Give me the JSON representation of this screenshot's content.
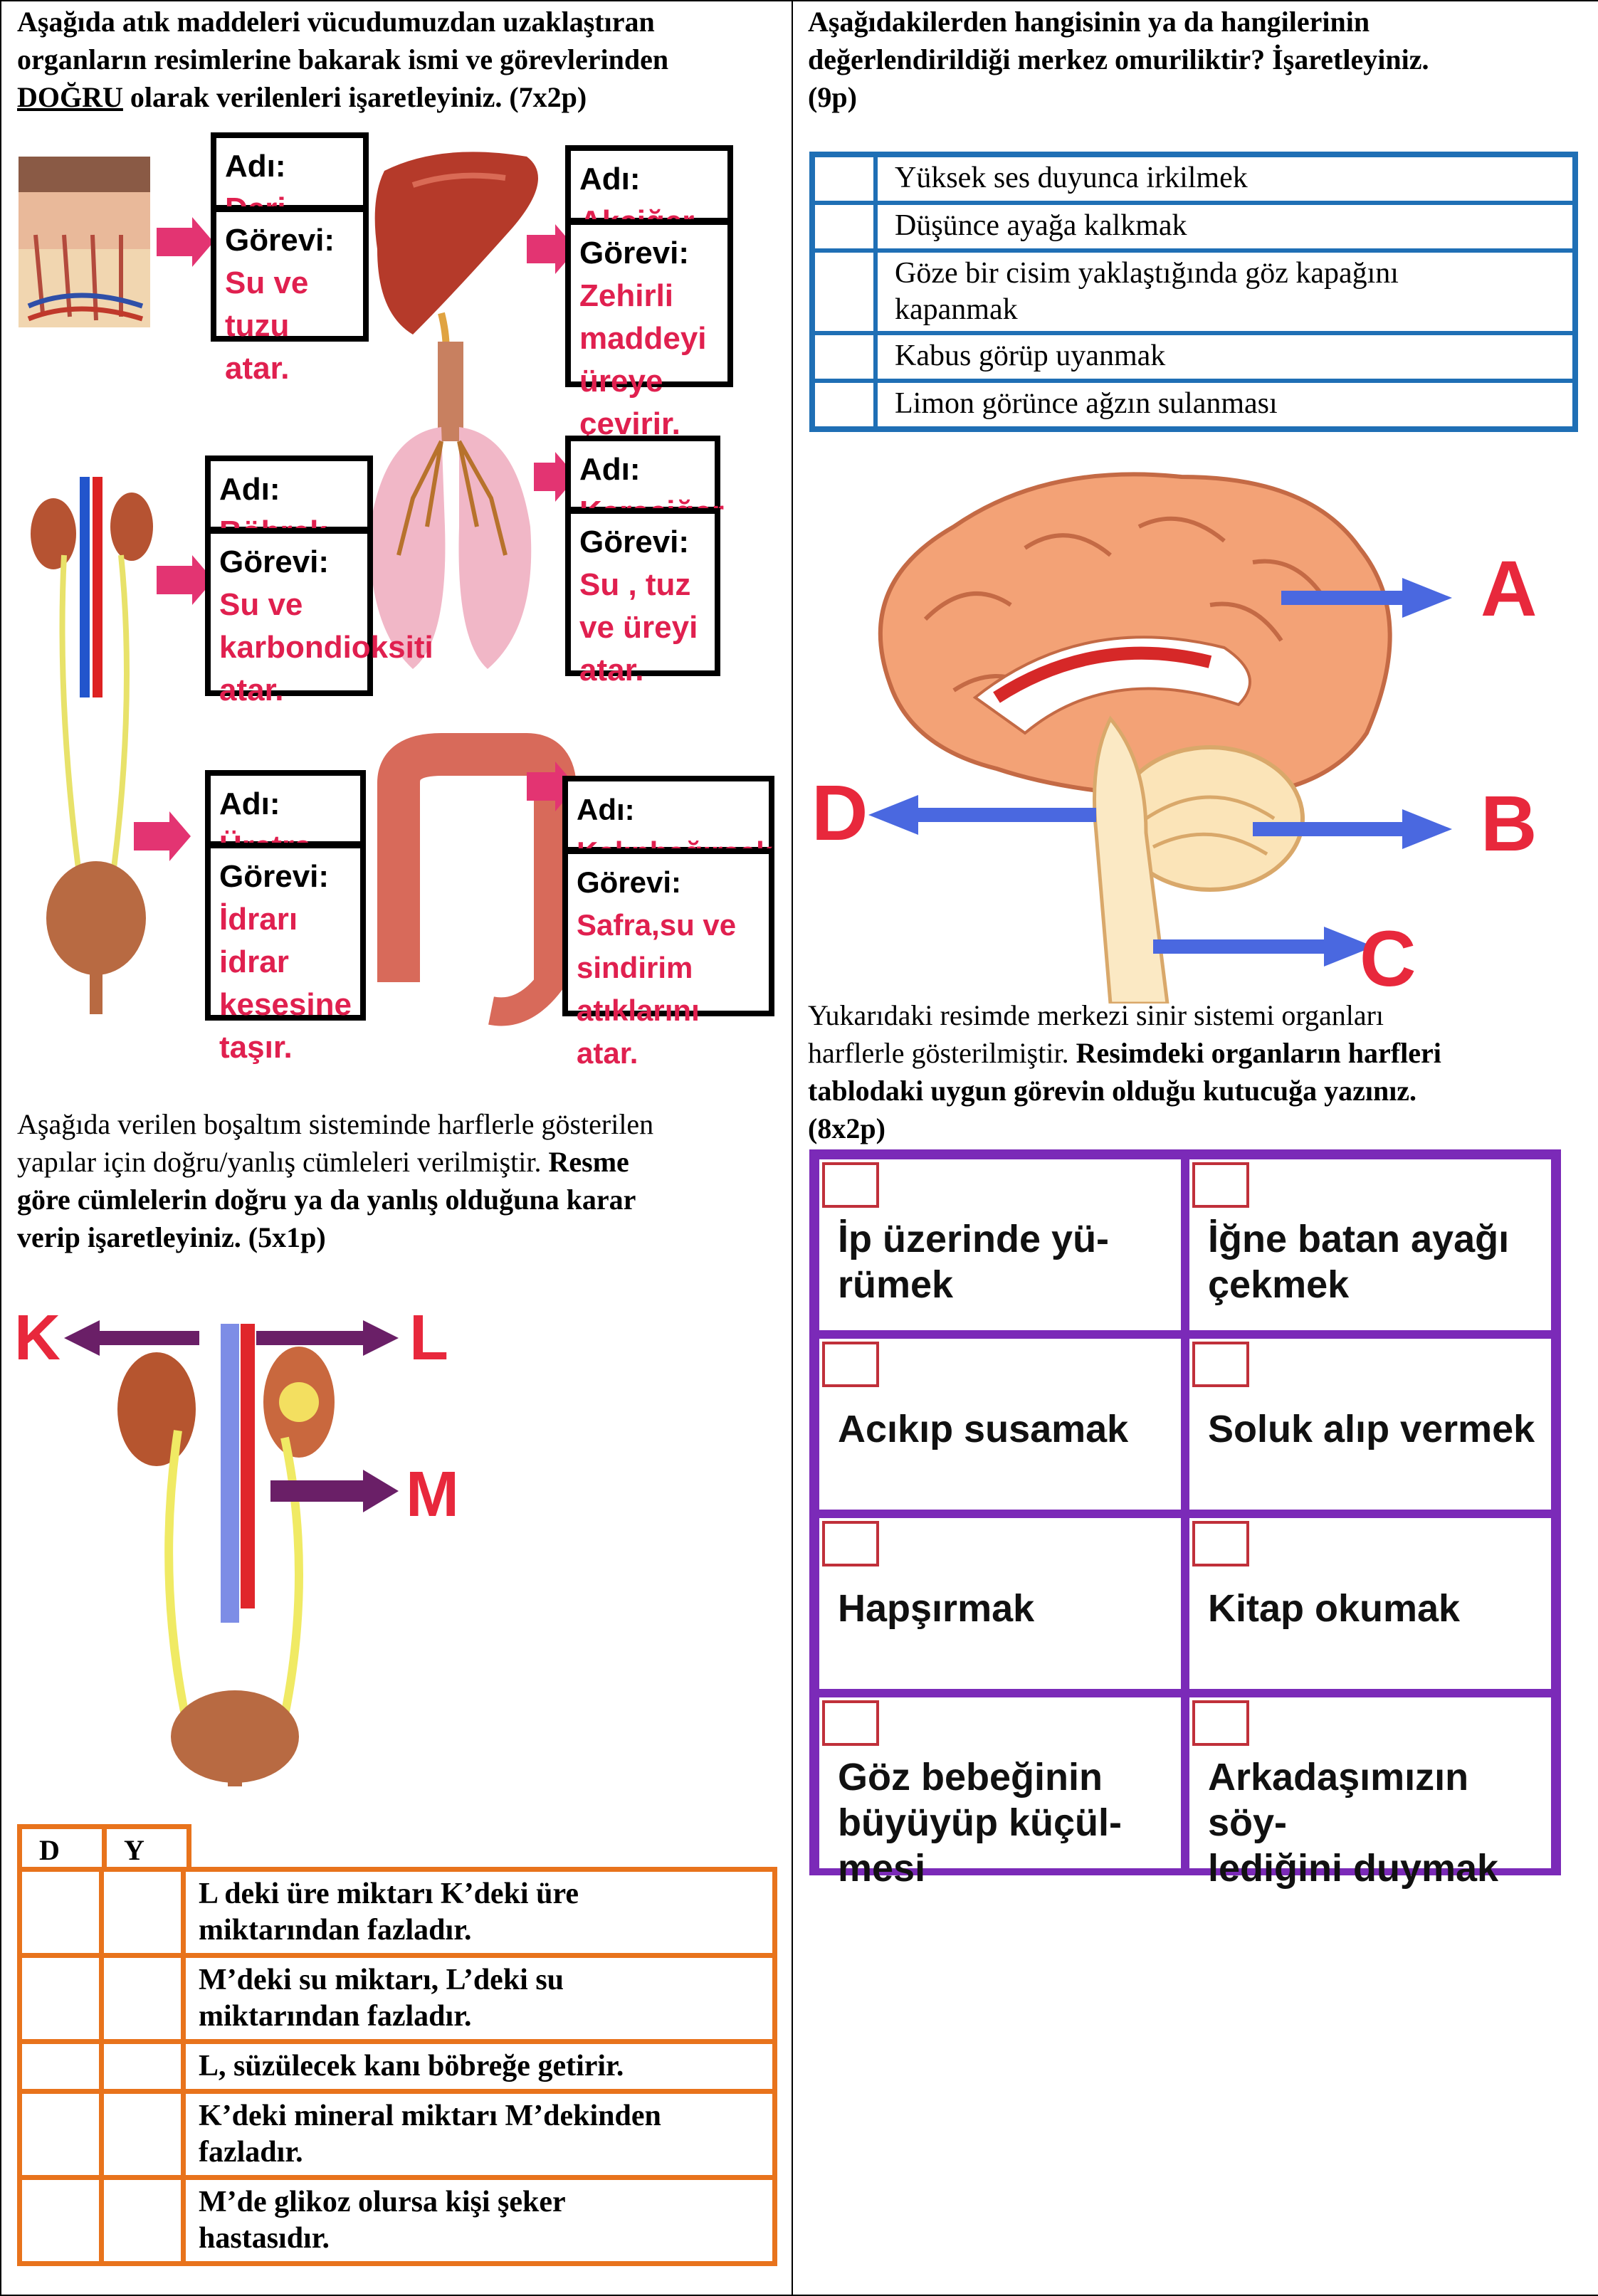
{
  "left": {
    "q1": {
      "line1": "Aşağıda atık maddeleri vücudumuzdan uzaklaştıran",
      "line2": "organların resimlerine bakarak ismi ve görevlerinden",
      "underlined": "DOĞRU",
      "line3_rest": " olarak verilenleri işaretleyiniz. (7x2p)"
    },
    "organ_boxes": [
      {
        "name_label": "Adı:",
        "name": "Deri",
        "task_label": "Görevi:",
        "task": "Su ve tuzu atar."
      },
      {
        "name_label": "Adı:",
        "name": "Akciğer",
        "task_label": "Görevi:",
        "task": "Zehirli maddeyi üreye çevirir."
      },
      {
        "name_label": "Adı:",
        "name": "Böbrek",
        "task_label": "Görevi:",
        "task": "Su ve karbondioksiti atar."
      },
      {
        "name_label": "Adı:",
        "name": "Karaciğer",
        "task_label": "Görevi:",
        "task": "Su , tuz ve üreyi atar."
      },
      {
        "name_label": "Adı:",
        "name": "Üretra",
        "task_label": "Görevi:",
        "task": "İdrarı idrar kesesine taşır."
      },
      {
        "name_label": "Adı:",
        "name": "Kalınbağırsak",
        "task_label": "Görevi:",
        "task": "Safra,su ve sindirim atıklarını atar."
      }
    ],
    "q2": {
      "line1": "Aşağıda verilen boşaltım sisteminde harflerle gösterilen",
      "line2_normal": "yapılar için doğru/yanlış cümleleri verilmiştir. ",
      "line2_bold": "Resme",
      "line3": "göre cümlelerin doğru ya da yanlış olduğuna karar",
      "line4": "verip işaretleyiniz. (5x1p)"
    },
    "kidney_labels": {
      "k": "K",
      "l": "L",
      "m": "M"
    },
    "dy_table": {
      "headers": [
        "D",
        "Y"
      ],
      "rows": [
        [
          "L deki üre miktarı K’deki üre",
          "miktarından fazladır."
        ],
        [
          "M’deki su miktarı, L’deki su",
          "miktarından fazladır."
        ],
        [
          "L, süzülecek kanı böbreğe getirir.",
          ""
        ],
        [
          "K’deki mineral miktarı M’dekinden",
          "fazladır."
        ],
        [
          "M’de glikoz olursa kişi şeker",
          "hastasıdır."
        ]
      ]
    }
  },
  "right": {
    "q3": {
      "line1": "Aşağıdakilerden hangisinin ya da hangilerinin",
      "line2": "değerlendirildiği merkez omuriliktir? İşaretleyiniz.",
      "line3": "(9p)"
    },
    "reflex_table": [
      [
        "Yüksek ses duyunca irkilmek"
      ],
      [
        "Düşünce ayağa kalkmak"
      ],
      [
        "Göze bir cisim yaklaştığında göz kapağını",
        "kapanmak"
      ],
      [
        "Kabus görüp uyanmak"
      ],
      [
        "Limon görünce ağzın sulanması"
      ]
    ],
    "brain_labels": {
      "a": "A",
      "b": "B",
      "c": "C",
      "d": "D"
    },
    "q4": {
      "line1": "Yukarıdaki resimde merkezi sinir sistemi organları",
      "line2_normal": "harflerle gösterilmiştir. ",
      "line2_bold": "Resimdeki organların harfleri",
      "line3": "tablodaki uygun görevin olduğu kutucuğa yazınız.",
      "line4": "(8x2p)"
    },
    "task_grid": [
      [
        "İp üzerinde yü-",
        "rümek"
      ],
      [
        "İğne batan ayağı",
        "çekmek"
      ],
      [
        "Acıkıp susamak"
      ],
      [
        "Soluk alıp vermek"
      ],
      [
        "Hapşırmak"
      ],
      [
        "Kitap okumak"
      ],
      [
        "Göz bebeğinin",
        "büyüyüp küçül-",
        "mesi"
      ],
      [
        "Arkadaşımızın söy-",
        "lediğini duymak"
      ]
    ]
  }
}
